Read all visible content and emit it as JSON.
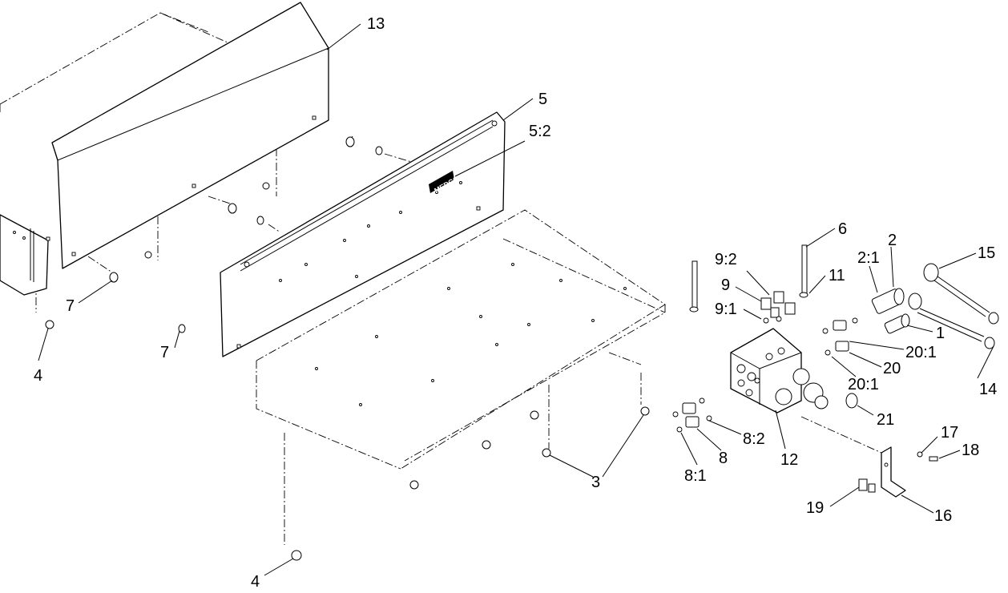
{
  "callouts": {
    "c13": "13",
    "c5": "5",
    "c5_2": "5:2",
    "c7a": "7",
    "c7b": "7",
    "c4a": "4",
    "c4b": "4",
    "c3": "3",
    "c6": "6",
    "c9_2": "9:2",
    "c9": "9",
    "c9_1": "9:1",
    "c11": "11",
    "c2_1": "2:1",
    "c2": "2",
    "c15": "15",
    "c1": "1",
    "c20_1a": "20:1",
    "c20": "20",
    "c20_1b": "20:1",
    "c14": "14",
    "c21": "21",
    "c12": "12",
    "c8_2": "8:2",
    "c8": "8",
    "c8_1": "8:1",
    "c17": "17",
    "c18": "18",
    "c19": "19",
    "c16": "16"
  },
  "decal_text": "MEDCO"
}
